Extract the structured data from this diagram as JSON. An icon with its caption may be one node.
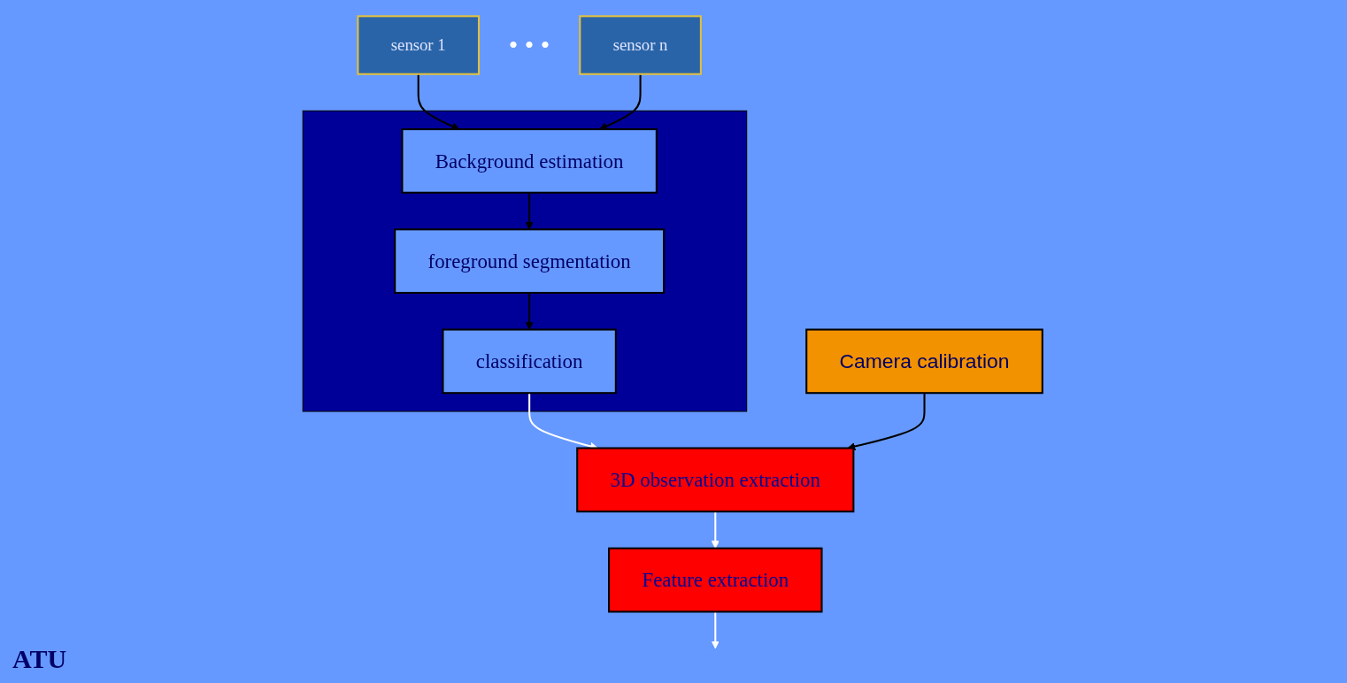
{
  "diagram": {
    "nodes": [
      {
        "text": [
          "sensor 1"
        ]
      },
      {
        "text": [
          "sensor n"
        ]
      },
      {
        "text": [],
        "shape": "box"
      },
      {
        "text": [
          "Background estimation"
        ],
        "in": 2
      },
      {
        "text": [
          "foreground segmentation"
        ],
        "in": 2
      },
      {
        "text": [
          "classification"
        ],
        "in": 2
      },
      {
        "text": [
          "Camera calibration"
        ]
      },
      {
        "text": [
          "3D observation extraction"
        ]
      },
      {
        "text": [
          "Feature extraction"
        ]
      }
    ],
    "edges": [
      {
        "from": 0,
        "to": 3,
        "arrow": "to"
      },
      {
        "from": 1,
        "to": 3,
        "arrow": "to"
      },
      {
        "from": 3,
        "to": 4,
        "arrow": "to"
      },
      {
        "from": 4,
        "to": 5,
        "arrow": "to"
      },
      {
        "from": 5,
        "to": 7,
        "arrow": "to",
        "color": "#ffffff"
      },
      {
        "from": 6,
        "to": 7,
        "arrow": "to"
      },
      {
        "from": 7,
        "to": 8,
        "arrow": "to",
        "color": "#ffffff"
      },
      {
        "from": 8,
        "to": null,
        "arrow": "to",
        "color": "#ffffff"
      }
    ],
    "labels": [
      "• • •",
      "ATU"
    ]
  }
}
